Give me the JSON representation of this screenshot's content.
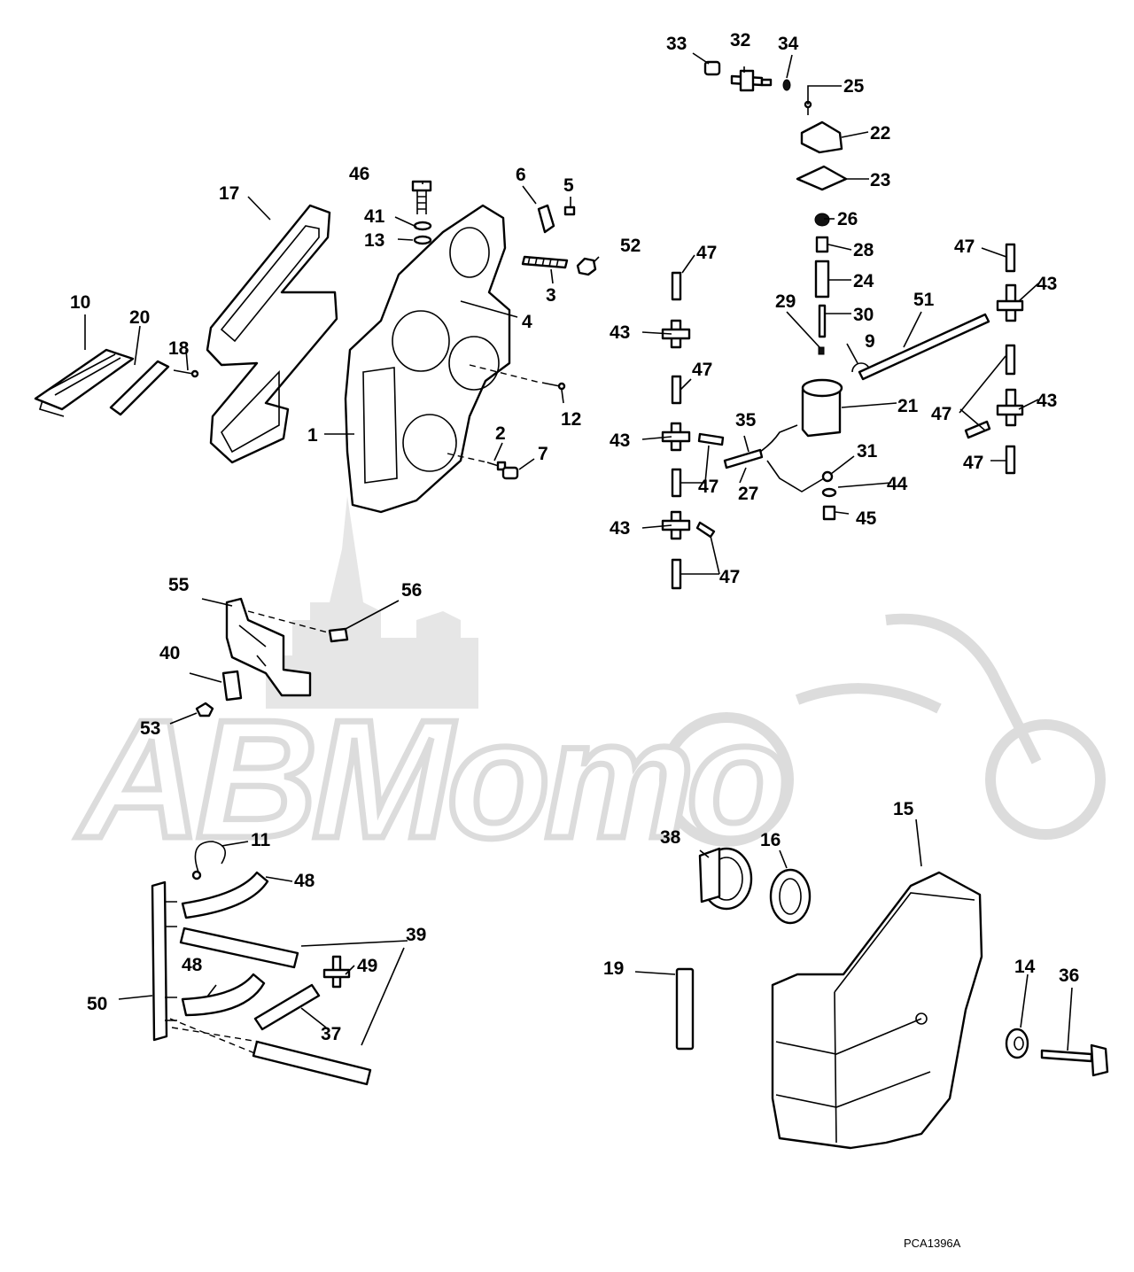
{
  "diagram": {
    "watermark_text": "АВМото",
    "figure_code": "PCA1396A",
    "callouts": [
      "1",
      "2",
      "3",
      "4",
      "5",
      "6",
      "7",
      "9",
      "10",
      "11",
      "12",
      "13",
      "14",
      "15",
      "16",
      "17",
      "18",
      "19",
      "20",
      "21",
      "22",
      "23",
      "24",
      "25",
      "26",
      "27",
      "28",
      "29",
      "30",
      "31",
      "32",
      "33",
      "34",
      "35",
      "36",
      "37",
      "38",
      "39",
      "40",
      "41",
      "43",
      "44",
      "45",
      "46",
      "47",
      "48",
      "49",
      "50",
      "51",
      "52",
      "53",
      "55",
      "56"
    ]
  }
}
